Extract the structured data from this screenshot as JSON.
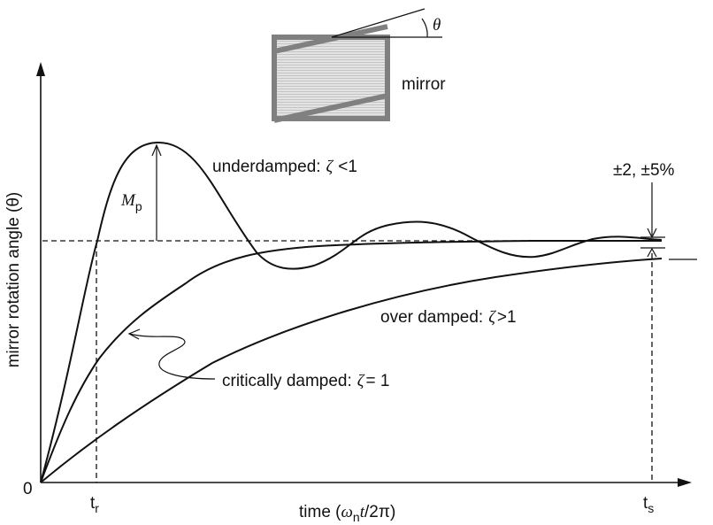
{
  "axes": {
    "ylabel": "mirror rotation angle (θ)",
    "origin": "0",
    "xlabel": {
      "prefix": "time (",
      "omega": "ω",
      "omega_sub": "n",
      "t": "t",
      "suffix": "/2π)"
    }
  },
  "ticks": {
    "tr": {
      "base": "t",
      "sub": "r"
    },
    "ts": {
      "base": "t",
      "sub": "s"
    }
  },
  "mirror": {
    "label": "mirror",
    "angle_symbol": "θ"
  },
  "annotations": {
    "overshoot": {
      "base": "M",
      "sub": "p"
    },
    "underdamped": {
      "text": "underdamped:",
      "zeta": "ζ",
      "rel": "<1"
    },
    "overdamped": {
      "text": "over damped:",
      "zeta": "ζ",
      "rel": ">1"
    },
    "critical": {
      "text": "critically damped:",
      "zeta": "ζ",
      "rel": "= 1"
    },
    "tolerance": "±2, ±5%"
  },
  "colors": {
    "ink": "#111111",
    "mirror_frame": "#808080",
    "mirror_fill": "#d6d6d6"
  }
}
